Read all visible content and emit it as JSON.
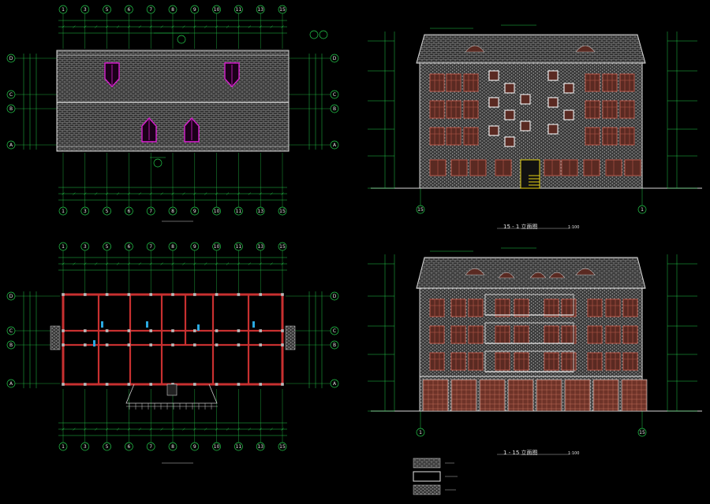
{
  "colors": {
    "background": "#000000",
    "dimension_line": "#23c84a",
    "roof_tile": "#9a9a9a",
    "wall_brick": "#8f8f8f",
    "window_frame": "#b8584a",
    "wall_outline": "#d9d9d9",
    "plan_wall": "#c83030",
    "dormer": "#d81ecf",
    "column": "#2aa9e0",
    "entrance": "#e8d414"
  },
  "roof_plan": {
    "axes_top": [
      "1",
      "3",
      "5",
      "6",
      "7",
      "8",
      "9",
      "10",
      "11",
      "13",
      "15"
    ],
    "axes_side": [
      "D",
      "C",
      "B",
      "A"
    ]
  },
  "floor_plan": {
    "axes_top": [
      "1",
      "3",
      "5",
      "6",
      "7",
      "8",
      "9",
      "10",
      "11",
      "13",
      "15"
    ],
    "axes_side": [
      "D",
      "C",
      "B",
      "A"
    ]
  },
  "elevation_rear": {
    "title": "15 - 1 立面图",
    "scale": "1:100",
    "axis_left": "15",
    "axis_right": "1"
  },
  "elevation_front": {
    "title": "1 - 15 立面图",
    "scale": "1:100",
    "axis_left": "1",
    "axis_right": "15"
  }
}
